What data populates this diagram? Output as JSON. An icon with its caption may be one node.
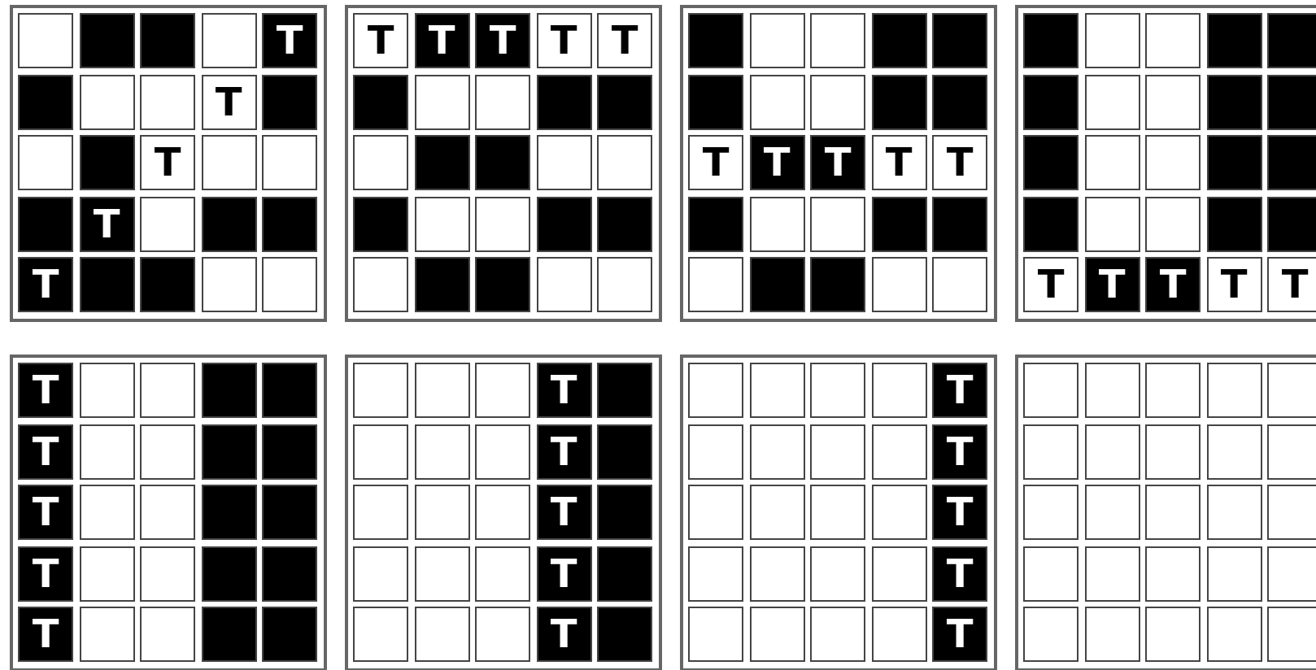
{
  "diagram": {
    "labels": [
      "T",
      "T",
      "T",
      "T",
      "T",
      "T",
      "T",
      "T",
      "T",
      "T",
      "T",
      "T",
      "T",
      "T",
      "T",
      "T",
      "T",
      "T",
      "T",
      "T",
      "T",
      "T",
      "T",
      "T",
      "T",
      "T",
      "T",
      "T",
      "T",
      "T",
      "T",
      "T",
      "T",
      "T",
      "T"
    ]
  }
}
